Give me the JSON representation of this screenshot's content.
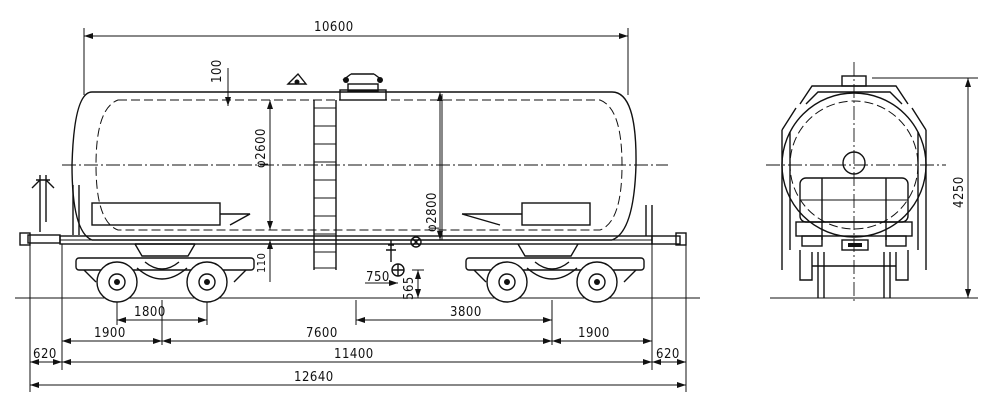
{
  "drawing": {
    "side_view": {
      "dimensions": {
        "tank_length": "10600",
        "dome_offset": "100",
        "tank_inner_diameter": "φ2600",
        "tank_outer_diameter": "φ2800",
        "coupler_height": "110",
        "valve_offset": "750",
        "valve_height": "565",
        "bogie_wheelbase": "1800",
        "bogie_spacing": "3800",
        "end_to_bogie_left": "1900",
        "bogie_centers": "7600",
        "end_to_bogie_right": "1900",
        "buffer_left": "620",
        "length_over_body": "11400",
        "buffer_right": "620",
        "length_over_buffers": "12640"
      }
    },
    "end_view": {
      "dimensions": {
        "overall_height": "4250"
      }
    }
  }
}
